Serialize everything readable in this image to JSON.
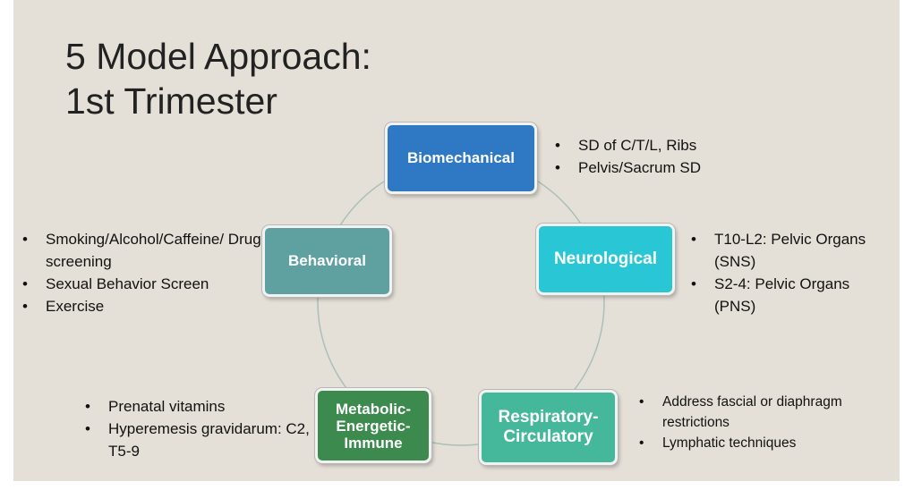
{
  "title": {
    "line1": "5 Model Approach:",
    "line2": "1st Trimester"
  },
  "colors": {
    "background": "#e5e0d7",
    "biomechanical": "#2e78c4",
    "neurological": "#29c6d5",
    "behavioral": "#5fa1a0",
    "metabolic": "#3c8a4e",
    "respiratory": "#45b89b",
    "ring": "#a9bfb8"
  },
  "nodes": {
    "biomechanical": {
      "label": "Biomechanical",
      "notes": [
        "SD of C/T/L, Ribs",
        "Pelvis/Sacrum SD"
      ]
    },
    "neurological": {
      "label": "Neurological",
      "notes": [
        "T10-L2: Pelvic Organs (SNS)",
        "S2-4: Pelvic Organs (PNS)"
      ]
    },
    "behavioral": {
      "label": "Behavioral",
      "notes": [
        "Smoking/Alcohol/Caffeine/ Drug screening",
        "Sexual Behavior Screen",
        "Exercise"
      ]
    },
    "metabolic": {
      "label_lines": [
        "Metabolic-",
        "Energetic-",
        "Immune"
      ],
      "notes": [
        "Prenatal vitamins",
        "Hyperemesis gravidarum: C2, T5-9"
      ]
    },
    "respiratory": {
      "label_lines": [
        "Respiratory-",
        "Circulatory"
      ],
      "notes": [
        "Address fascial or diaphragm restrictions",
        "Lymphatic techniques"
      ]
    }
  }
}
